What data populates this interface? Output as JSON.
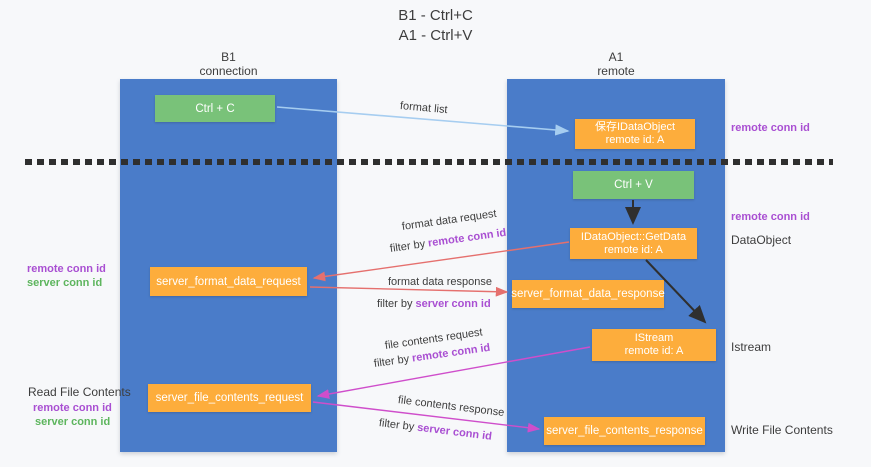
{
  "title": {
    "line1": "B1 - Ctrl+C",
    "line2": "A1 - Ctrl+V"
  },
  "columns": {
    "left": {
      "name": "B1",
      "subtitle": "connection"
    },
    "right": {
      "name": "A1",
      "subtitle": "remote"
    }
  },
  "boxes": {
    "ctrl_c": {
      "label": "Ctrl + C"
    },
    "save_idataobject": {
      "line1": "保存IDataObject",
      "line2": "remote id: A"
    },
    "ctrl_v": {
      "label": "Ctrl + V"
    },
    "idataobject_getdata": {
      "line1": "IDataObject::GetData",
      "line2": "remote id: A"
    },
    "server_format_data_request": {
      "label": "server_format_data_request"
    },
    "server_format_data_response": {
      "label": "server_format_data_response"
    },
    "istream": {
      "line1": "IStream",
      "line2": "remote id: A"
    },
    "server_file_contents_request": {
      "label": "server_file_contents_request"
    },
    "server_file_contents_response": {
      "label": "server_file_contents_response"
    }
  },
  "arrow_labels": {
    "format_list": "format list",
    "format_data_request": "format data request",
    "format_data_response": "format data response",
    "file_contents_request": "file contents request",
    "file_contents_response": "file contents response",
    "filter_by": "filter by",
    "remote_conn_id": "remote conn id",
    "server_conn_id": "server conn id"
  },
  "side_labels": {
    "remote_conn_id": "remote conn id",
    "server_conn_id": "server conn id",
    "dataobject": "DataObject",
    "istream": "Istream",
    "read_file_contents": "Read File Contents",
    "write_file_contents": "Write File Contents"
  },
  "colors": {
    "background": "#f7f8fa",
    "column_blue": "#4a7cc9",
    "box_green": "#79c279",
    "box_orange": "#fdad3c",
    "purple_text": "#a94fd2",
    "green_text": "#5db55d",
    "arrow_blue": "#a6cdf0",
    "arrow_red": "#e5706e",
    "arrow_magenta": "#cf4ecb",
    "arrow_black": "#2f2f2f",
    "dashed_line": "#2f2f2f"
  }
}
